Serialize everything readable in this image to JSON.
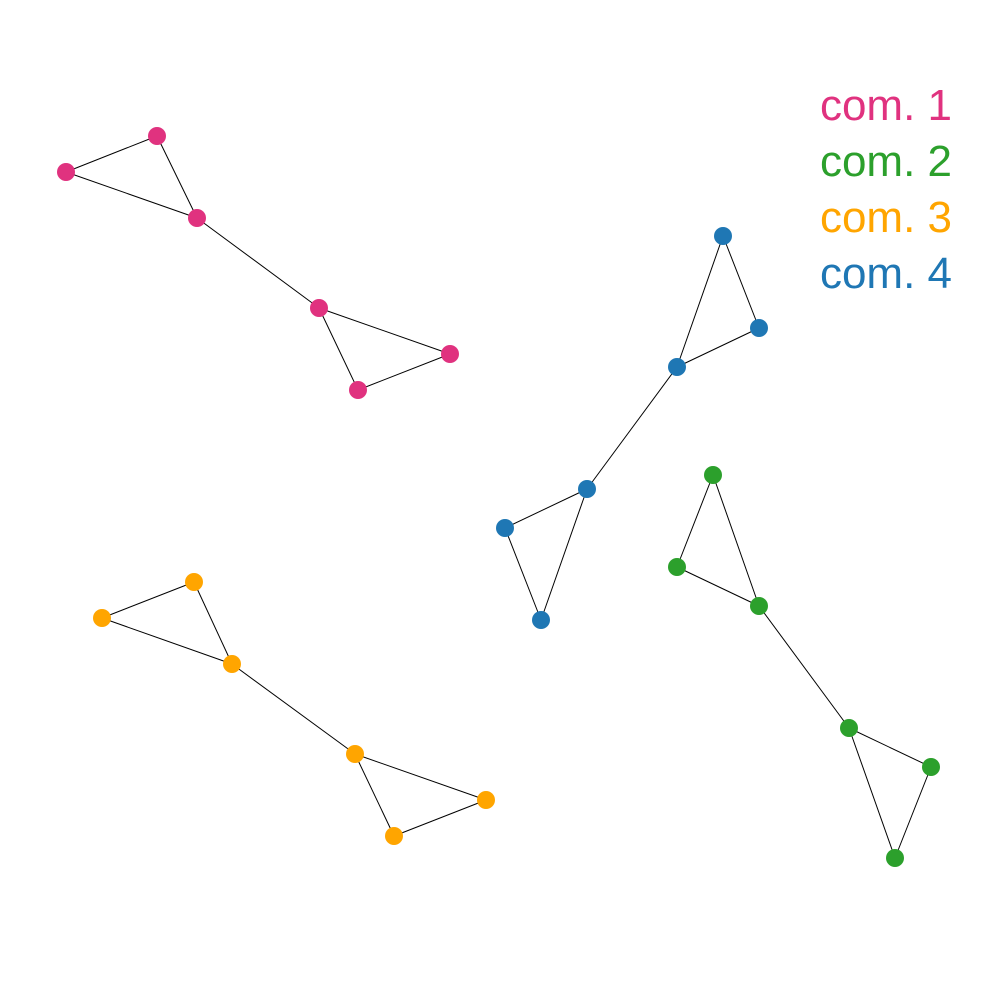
{
  "legend": {
    "items": [
      {
        "label": "com. 1",
        "color": "#e0327f"
      },
      {
        "label": "com. 2",
        "color": "#2ca02c"
      },
      {
        "label": "com. 3",
        "color": "#ffa500"
      },
      {
        "label": "com. 4",
        "color": "#1f77b4"
      }
    ]
  },
  "graph": {
    "edge_color": "#000000",
    "communities": [
      {
        "name": "com. 1",
        "color": "#e0327f",
        "nodes": [
          "1a",
          "1b",
          "1c",
          "1d",
          "1e",
          "1f"
        ],
        "edges": [
          [
            "1a",
            "1b"
          ],
          [
            "1a",
            "1c"
          ],
          [
            "1b",
            "1c"
          ],
          [
            "1c",
            "1d"
          ],
          [
            "1d",
            "1e"
          ],
          [
            "1d",
            "1f"
          ],
          [
            "1e",
            "1f"
          ]
        ]
      },
      {
        "name": "com. 2",
        "color": "#2ca02c",
        "nodes": [
          "2a",
          "2b",
          "2c",
          "2d",
          "2e",
          "2f"
        ],
        "edges": [
          [
            "2a",
            "2b"
          ],
          [
            "2a",
            "2c"
          ],
          [
            "2b",
            "2c"
          ],
          [
            "2c",
            "2d"
          ],
          [
            "2d",
            "2e"
          ],
          [
            "2d",
            "2f"
          ],
          [
            "2e",
            "2f"
          ]
        ]
      },
      {
        "name": "com. 3",
        "color": "#ffa500",
        "nodes": [
          "3a",
          "3b",
          "3c",
          "3d",
          "3e",
          "3f"
        ],
        "edges": [
          [
            "3a",
            "3b"
          ],
          [
            "3a",
            "3c"
          ],
          [
            "3b",
            "3c"
          ],
          [
            "3c",
            "3d"
          ],
          [
            "3d",
            "3e"
          ],
          [
            "3d",
            "3f"
          ],
          [
            "3e",
            "3f"
          ]
        ]
      },
      {
        "name": "com. 4",
        "color": "#1f77b4",
        "nodes": [
          "4a",
          "4b",
          "4c",
          "4d",
          "4e",
          "4f"
        ],
        "edges": [
          [
            "4a",
            "4b"
          ],
          [
            "4a",
            "4c"
          ],
          [
            "4b",
            "4c"
          ],
          [
            "4c",
            "4d"
          ],
          [
            "4d",
            "4e"
          ],
          [
            "4d",
            "4f"
          ],
          [
            "4e",
            "4f"
          ]
        ]
      }
    ]
  }
}
